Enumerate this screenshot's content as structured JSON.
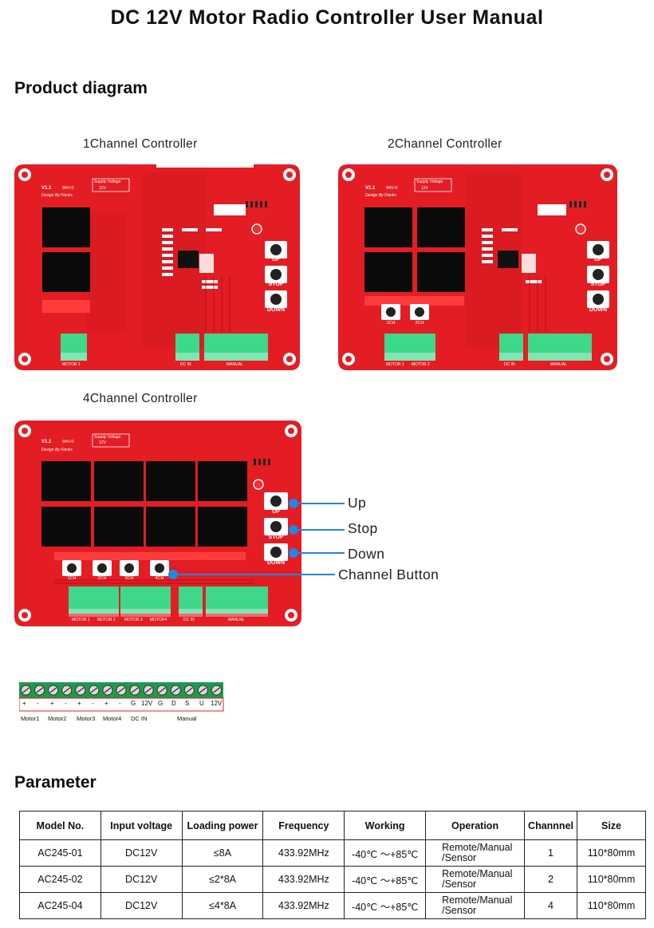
{
  "title": "DC 12V Motor Radio Controller User Manual",
  "sections": {
    "diagram": "Product diagram",
    "parameter": "Parameter"
  },
  "controllers": [
    {
      "label": "1Channel Controller"
    },
    {
      "label": "2Channel Controller"
    },
    {
      "label": "4Channel Controller"
    }
  ],
  "board_text": {
    "version": "V1.1",
    "rating": "94V-0",
    "design": "Design By Flanks",
    "supply_voltage": "Supply Voltage",
    "supply_value": "12V",
    "up": "UP",
    "stop": "STOP",
    "down": "DOWN",
    "ch1": "1CH",
    "ch2": "2CH",
    "ch3": "3CH",
    "ch4": "4CH",
    "motor": "MOTOR",
    "motor1": "MOTOR 1",
    "motor2": "MOTOR 2",
    "motor3": "MOTOR 3",
    "motor4": "MOTOR4",
    "dc_in": "DC IN",
    "manual": "MANUAL"
  },
  "callouts": {
    "up": "Up",
    "stop": "Stop",
    "down": "Down",
    "channel": "Channel Button"
  },
  "terminal": {
    "pins": [
      "+",
      "-",
      "+",
      "-",
      "+",
      "-",
      "+",
      "-",
      "G",
      "12V",
      "G",
      "D",
      "S",
      "U",
      "12V"
    ],
    "groups": [
      "Motor1",
      "Motor2",
      "Motor3",
      "Motor4",
      "DC IN",
      "Manual"
    ]
  },
  "table": {
    "headers": [
      "Model No.",
      "Input voltage",
      "Loading power",
      "Frequency",
      "Working",
      "Operation",
      "Channnel",
      "Size"
    ],
    "rows": [
      [
        "AC245-01",
        "DC12V",
        "≤8A",
        "433.92MHz",
        "-40℃ ～+85℃",
        "Remote/Manual /Sensor",
        "1",
        "110*80mm"
      ],
      [
        "AC245-02",
        "DC12V",
        "≤2*8A",
        "433.92MHz",
        "-40℃ ～+85℃",
        "Remote/Manual /Sensor",
        "2",
        "110*80mm"
      ],
      [
        "AC245-04",
        "DC12V",
        "≤4*8A",
        "433.92MHz",
        "-40℃ ～+85℃",
        "Remote/Manual /Sensor",
        "4",
        "110*80mm"
      ]
    ]
  },
  "colors": {
    "pcb": "#e31d23",
    "pcb_dark": "#c9161b",
    "relay": "#0a0a0a",
    "terminal_green": "#3dd88a",
    "callout_line": "#1e88e5"
  }
}
